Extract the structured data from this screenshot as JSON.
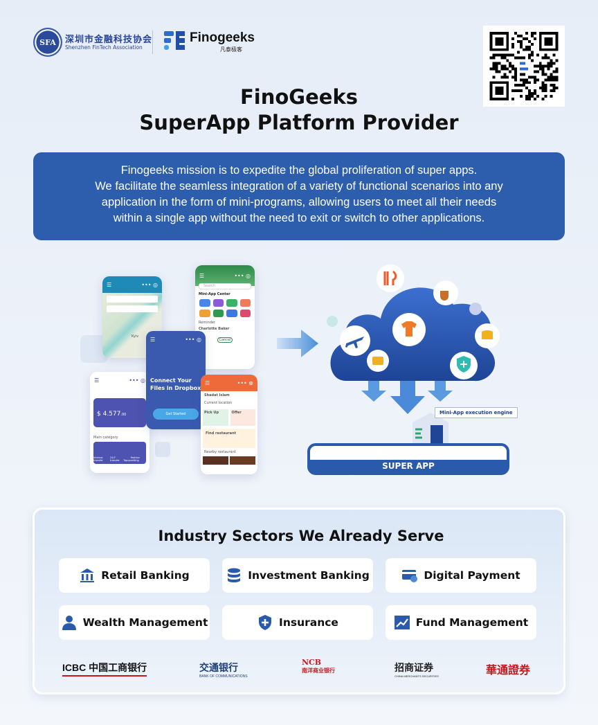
{
  "header": {
    "sfa_logo_text": "SFA",
    "sfa_name_cn": "深圳市金融科技协会",
    "sfa_name_en": "Shenzhen FinTech Association",
    "brand_name": "Finogeeks",
    "brand_name_cn": "凡泰极客"
  },
  "title": {
    "line1": "FinoGeeks",
    "line2": "SuperApp Platform Provider"
  },
  "mission": {
    "lines": [
      "Finogeeks mission is to expedite the global proliferation of super apps.",
      "We facilitate the seamless integration of a variety of functional scenarios into any",
      "application in the form of mini-programs, allowing users to meet all their needs",
      "within a single app without the need to exit or switch to other applications."
    ]
  },
  "mockups": {
    "map_city": "Kyiv",
    "mini_app_center": "Mini-App Center",
    "search_placeholder": "Search",
    "reminder": "Reminder",
    "doctor_name": "Charlotte Baker",
    "cancel": "Cancel",
    "dropbox_title": "Connect Your Files in Dropbox",
    "get_started": "Get Started",
    "balance": "$ 4.577",
    "balance_cents": ".00",
    "main_category": "Main category",
    "category_items": [
      "Internal transfer",
      "24/7 transfer",
      "Topup",
      "Fashion setting"
    ],
    "user_name": "Shadat Islam",
    "current_location": "Current location",
    "pickup": "Pick Up",
    "offer": "Offer",
    "find_restaurant": "Find restaurant",
    "nearby_restaurant": "Nearby restaurant"
  },
  "diagram": {
    "engine_label": "Mini-App execution engine",
    "super_app_label": "SUPER APP"
  },
  "sectors": {
    "title": "Industry Sectors We Already Serve",
    "items": [
      {
        "label": "Retail Banking",
        "icon": "bank-icon"
      },
      {
        "label": "Investment Banking",
        "icon": "database-icon"
      },
      {
        "label": "Digital Payment",
        "icon": "card-icon"
      },
      {
        "label": "Wealth Management",
        "icon": "person-icon"
      },
      {
        "label": "Insurance",
        "icon": "shield-icon"
      },
      {
        "label": "Fund Management",
        "icon": "chart-icon"
      }
    ],
    "partners": [
      {
        "name": "ICBC 中国工商银行",
        "color": "#c8161d"
      },
      {
        "name": "交通银行",
        "sub": "BANK OF COMMUNICATIONS",
        "color": "#1d3f7a"
      },
      {
        "name": "NCB",
        "sub": "南洋商业银行",
        "color": "#c8161d"
      },
      {
        "name": "招商证券",
        "sub": "CHINA MERCHANTS SECURITIES",
        "color": "#c8161d"
      },
      {
        "name": "華通證券",
        "color": "#c8161d"
      }
    ]
  },
  "colors": {
    "primary": "#2d5eae",
    "text": "#111111",
    "accent_red": "#c8161d"
  }
}
